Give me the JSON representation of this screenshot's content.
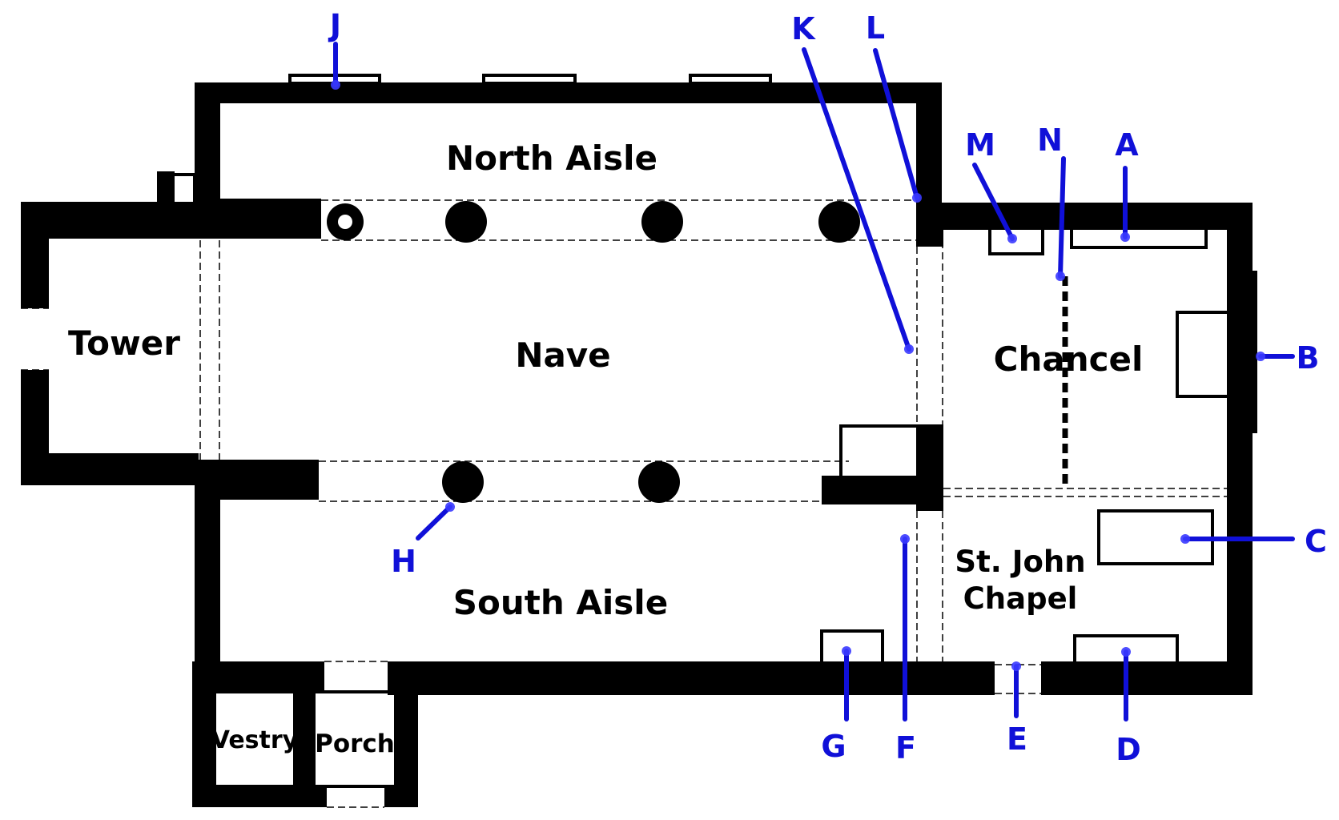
{
  "rooms": {
    "north_aisle": "North Aisle",
    "nave": "Nave",
    "tower": "Tower",
    "chancel": "Chancel",
    "south_aisle": "South Aisle",
    "st_john": "St. John",
    "chapel": "Chapel",
    "vestry": "Vestry",
    "porch": "Porch"
  },
  "callouts": {
    "A": "A",
    "B": "B",
    "C": "C",
    "D": "D",
    "E": "E",
    "F": "F",
    "G": "G",
    "H": "H",
    "J": "J",
    "K": "K",
    "L": "L",
    "M": "M",
    "N": "N"
  },
  "colors": {
    "walls": "#000000",
    "callout": "#1010d8",
    "background": "#ffffff"
  }
}
